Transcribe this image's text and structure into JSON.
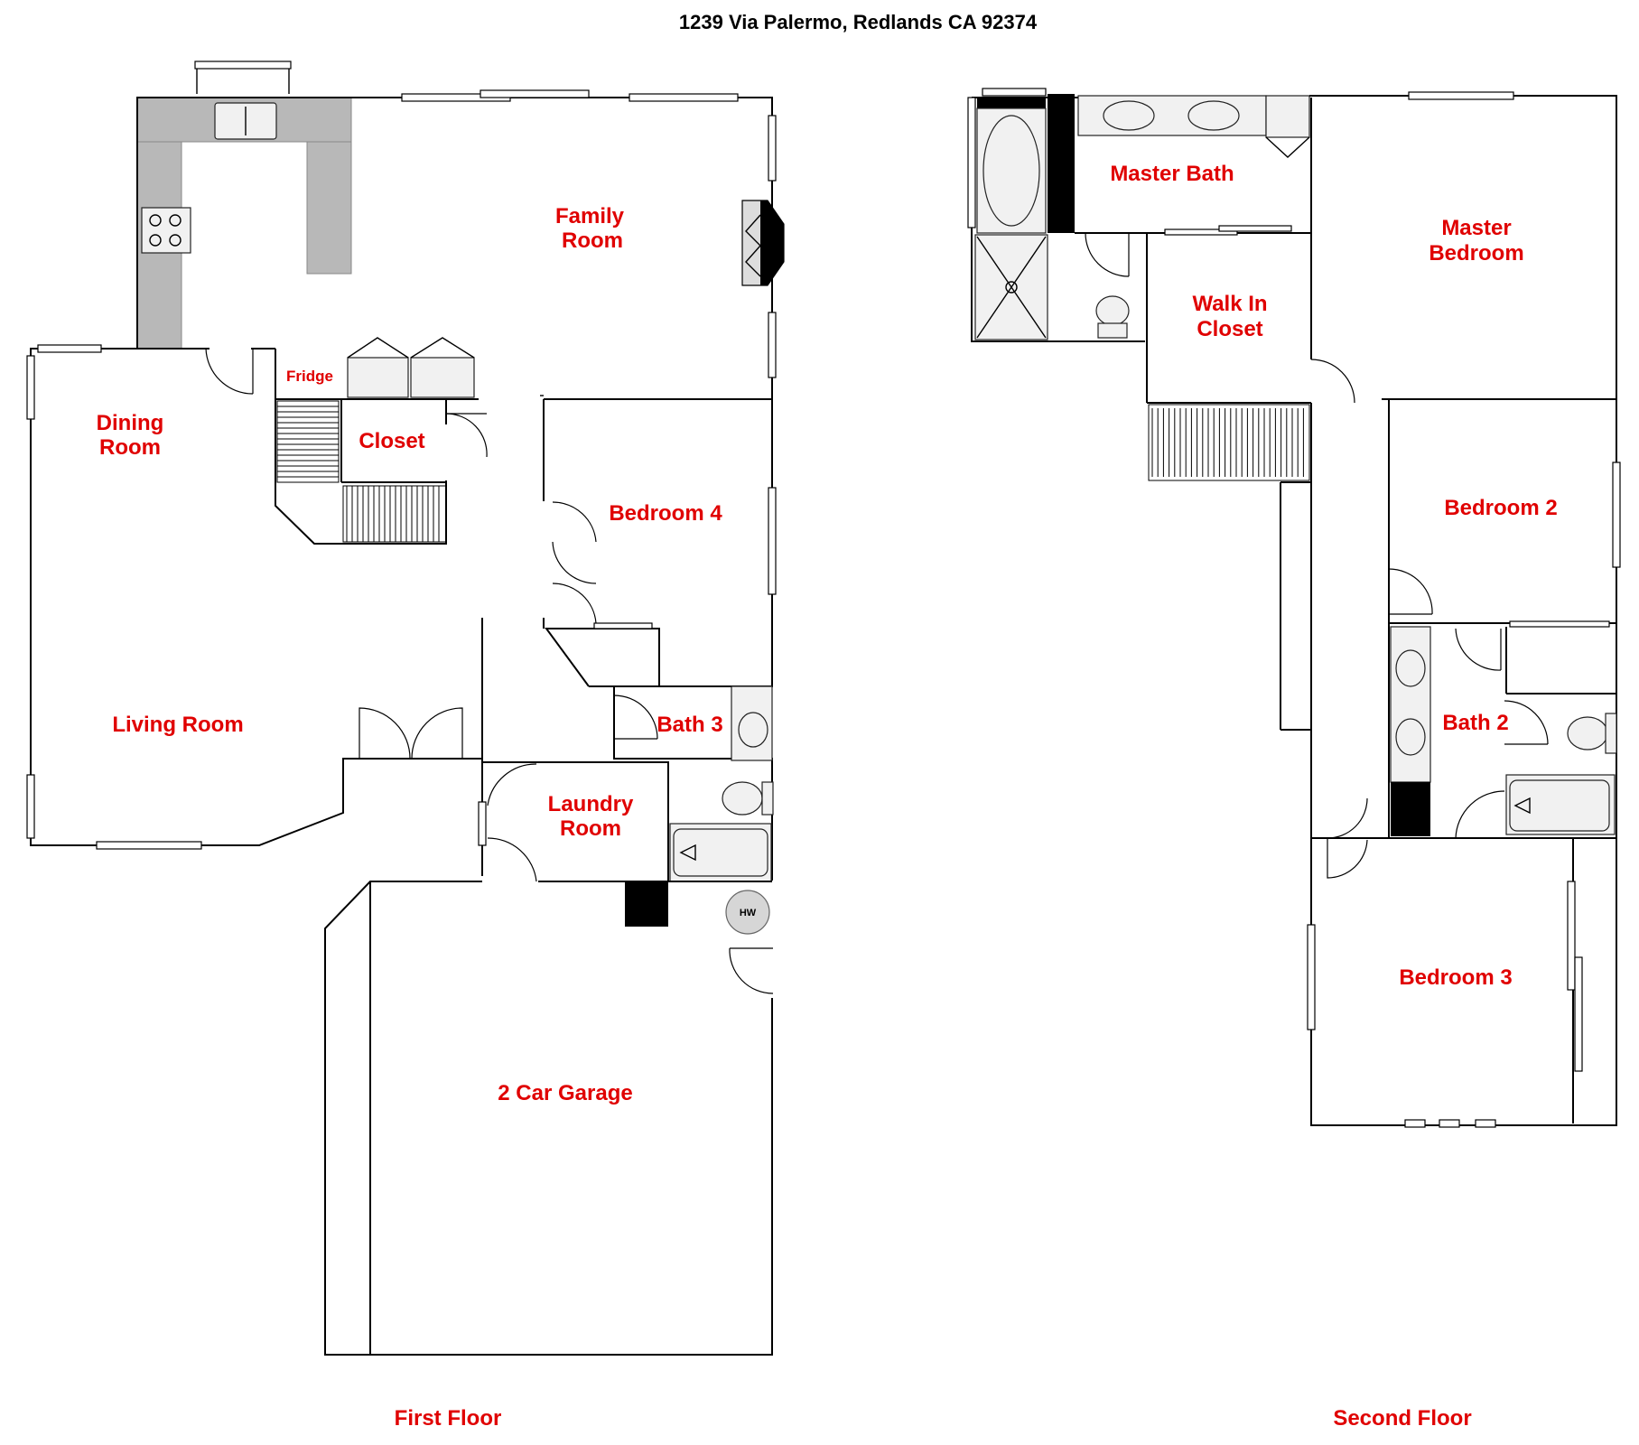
{
  "title": "1239 Via Palermo, Redlands CA 92374",
  "floors": {
    "first": "First Floor",
    "second": "Second Floor"
  },
  "rooms": {
    "family_room": [
      "Family",
      "Room"
    ],
    "dining_room": [
      "Dining",
      "Room"
    ],
    "fridge": "Fridge",
    "closet": "Closet",
    "bedroom_4": "Bedroom 4",
    "living_room": "Living Room",
    "bath_3": "Bath 3",
    "laundry_room": [
      "Laundry",
      "Room"
    ],
    "garage": "2 Car Garage",
    "master_bath": "Master Bath",
    "master_bedroom": [
      "Master",
      "Bedroom"
    ],
    "walk_in_closet": [
      "Walk In",
      "Closet"
    ],
    "bedroom_2": "Bedroom 2",
    "bath_2": "Bath 2",
    "bedroom_3": "Bedroom 3"
  },
  "fixtures": {
    "water_heater": "HW"
  },
  "colors": {
    "label": "#e00000",
    "counter": "#b8b8b8",
    "wall": "#000000"
  }
}
